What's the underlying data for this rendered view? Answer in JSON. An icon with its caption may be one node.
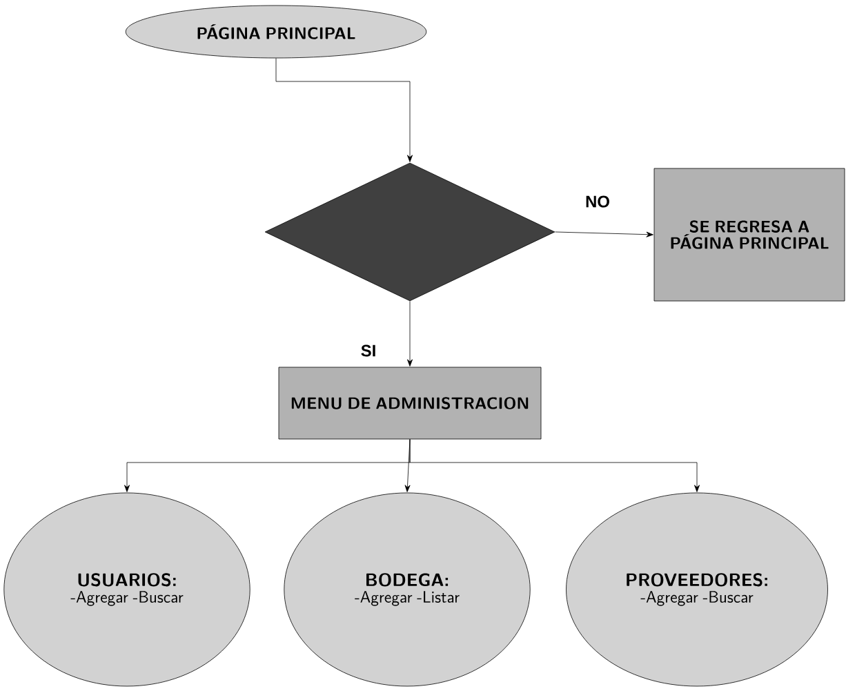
{
  "diagram": {
    "nodes": [
      {
        "text": [
          "PÁGINA PRINCIPAL"
        ]
      },
      {
        "text": [],
        "shape": "diamond"
      },
      {
        "text": [
          "SE REGRESA A PÁGINA PRINCIPAL"
        ]
      },
      {
        "text": [
          "MENU DE ADMINISTRACION"
        ]
      },
      {
        "text": [
          "USUARIOS:",
          "-Agregar -Buscar"
        ]
      },
      {
        "text": [
          "BODEGA:",
          "-Agregar -Listar"
        ]
      },
      {
        "text": [
          "PROVEEDORES:",
          "-Agregar -Buscar"
        ]
      }
    ],
    "edges": [
      {
        "from": 0,
        "to": 1,
        "arrow": "to"
      },
      {
        "from": 1,
        "to": 2,
        "arrow": "to",
        "label": "NO"
      },
      {
        "from": 1,
        "to": 3,
        "arrow": "to",
        "label": "SI"
      },
      {
        "from": 3,
        "to": 4,
        "arrow": "to"
      },
      {
        "from": 3,
        "to": 5,
        "arrow": "to"
      },
      {
        "from": 3,
        "to": 6,
        "arrow": "to"
      }
    ]
  }
}
